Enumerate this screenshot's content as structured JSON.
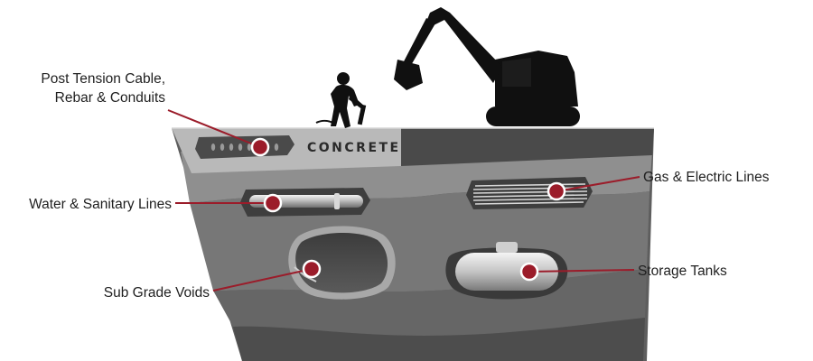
{
  "labels": {
    "post_tension_line1": "Post Tension Cable,",
    "post_tension_line2": "Rebar & Conduits",
    "water_sanitary": "Water & Sanitary Lines",
    "sub_grade_voids": "Sub Grade Voids",
    "gas_electric": "Gas & Electric Lines",
    "storage_tanks": "Storage Tanks",
    "concrete": "CONCRETE"
  },
  "colors": {
    "marker": "#9b1c2a",
    "leader": "#9b1c2a",
    "concrete_slab": "#b9b9b9",
    "asphalt_slab": "#4a4a4a",
    "soil_upper": "#8f8f8f",
    "soil_middle": "#757575",
    "soil_lower": "#5e5e5e",
    "soil_bottom": "#4a4a4a",
    "silhouette": "#101010"
  }
}
